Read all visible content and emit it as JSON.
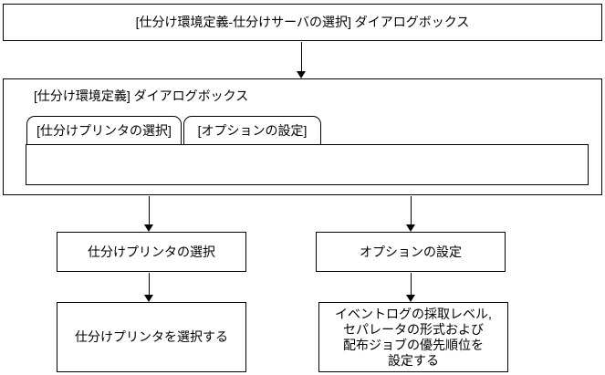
{
  "page": {
    "background": "#ffffff",
    "line_color": "#000000"
  },
  "flowchart": {
    "top_dialog_box": {
      "label": "[仕分け環境定義-仕分けサーバの選択] ダイアログボックス"
    },
    "main_dialog_box": {
      "label": "[仕分け環境定義] ダイアログボックス",
      "tabs": [
        {
          "label": "[仕分けプリンタの選択]",
          "selected": true
        },
        {
          "label": "[オプションの設定]",
          "selected": false
        }
      ]
    },
    "left_branch": {
      "step_label": "仕分けプリンタの選択",
      "action_label": "仕分けプリンタを選択する"
    },
    "right_branch": {
      "step_label": "オプションの設定",
      "action_lines": {
        "0": "イベントログの採取レベル,",
        "1": "セパレータの形式および",
        "2": "配布ジョブの優先順位を",
        "3": "設定する"
      }
    }
  }
}
